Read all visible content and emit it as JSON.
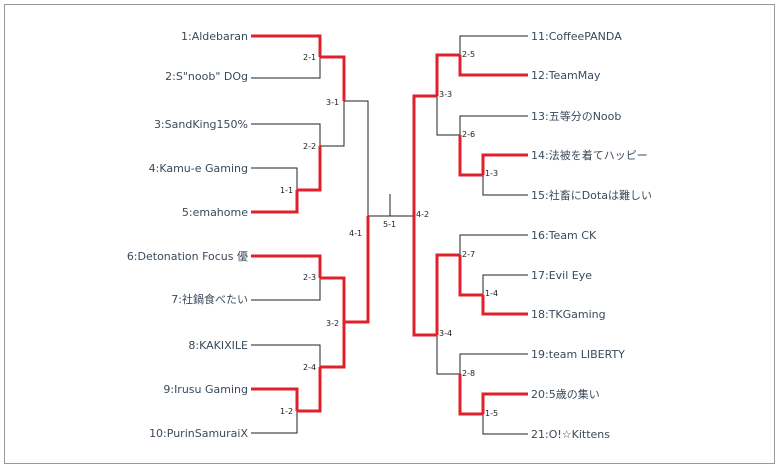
{
  "colors": {
    "win": "#e0202a",
    "line": "#222222",
    "text": "#3a4a5a",
    "border": "#9a9a9a"
  },
  "left_teams": [
    "1:Aldebaran",
    "2:S\"noob\" DOg",
    "3:SandKing150%",
    "4:Kamu-e Gaming",
    "5:emahome",
    "6:Detonation Focus 優",
    "7:社鍋食べたい",
    "8:KAKIXILE",
    "9:Irusu Gaming",
    "10:PurinSamuraiX"
  ],
  "right_teams": [
    "11:CoffeePANDA",
    "12:TeamMay",
    "13:五等分のNoob",
    "14:法被を着てハッピー",
    "15:社畜にDotaは難しい",
    "16:Team CK",
    "17:Evil Eye",
    "18:TKGaming",
    "19:team LIBERTY",
    "20:5歳の集い",
    "21:O!☆Kittens"
  ],
  "match_labels": {
    "m1_1": "1-1",
    "m1_2": "1-2",
    "m1_3": "1-3",
    "m1_4": "1-4",
    "m1_5": "1-5",
    "m2_1": "2-1",
    "m2_2": "2-2",
    "m2_3": "2-3",
    "m2_4": "2-4",
    "m2_5": "2-5",
    "m2_6": "2-6",
    "m2_7": "2-7",
    "m2_8": "2-8",
    "m3_1": "3-1",
    "m3_2": "3-2",
    "m3_3": "3-3",
    "m3_4": "3-4",
    "m4_1": "4-1",
    "m4_2": "4-2",
    "m5_1": "5-1"
  }
}
